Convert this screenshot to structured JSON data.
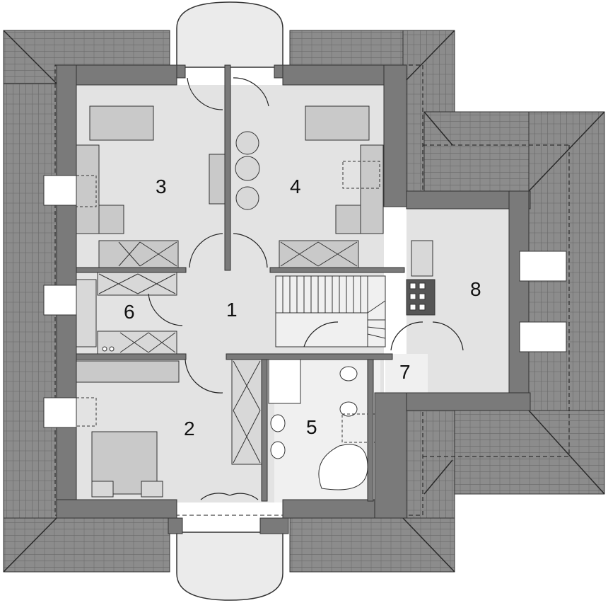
{
  "colors": {
    "roof": "#8c8c8c",
    "roof_line": "#6a6a6a",
    "wall": "#7a7a7a",
    "floor": "#e3e3e3",
    "floor_light": "#f0f0f0",
    "furniture": "#c9c9c9",
    "dashed": "#222222",
    "watermark": "#d6d6d6"
  },
  "rooms": [
    {
      "id": "room-1",
      "label": "1"
    },
    {
      "id": "room-2",
      "label": "2"
    },
    {
      "id": "room-3",
      "label": "3"
    },
    {
      "id": "room-4",
      "label": "4"
    },
    {
      "id": "room-5",
      "label": "5"
    },
    {
      "id": "room-6",
      "label": "6"
    },
    {
      "id": "room-7",
      "label": "7"
    },
    {
      "id": "room-8",
      "label": "8"
    }
  ]
}
